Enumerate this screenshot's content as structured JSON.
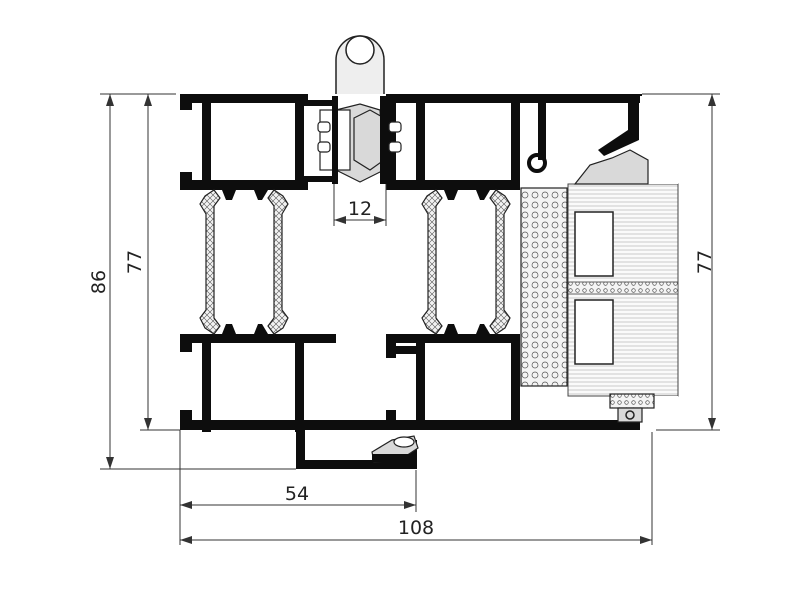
{
  "diagram": {
    "dimensions": {
      "total_height": "86",
      "frame_height_left": "77",
      "sash_height_right": "77",
      "thermal_break": "12",
      "partial_width": "54",
      "total_width": "108"
    },
    "colors": {
      "aluminium": "#0d0d0d",
      "gasket": "#d9d9d9",
      "dimension_line": "#333333"
    }
  }
}
